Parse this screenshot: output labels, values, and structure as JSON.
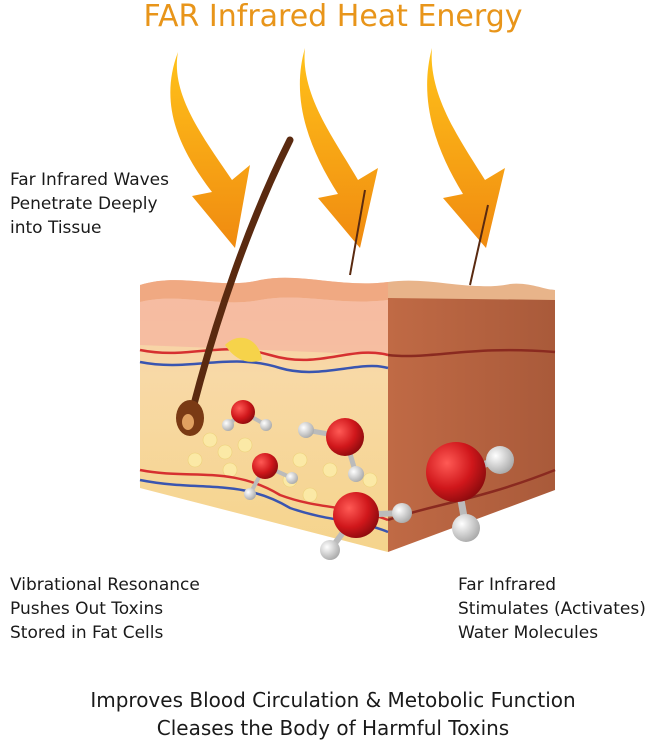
{
  "title": "FAR Infrared Heat Energy",
  "notes": {
    "top_left": [
      "Far Infrared Waves",
      "Penetrate Deeply",
      "into Tissue"
    ],
    "bottom_left": [
      "Vibrational Resonance",
      "Pushes Out Toxins",
      "Stored in Fat Cells"
    ],
    "bottom_right": [
      "Far Infrared",
      "Stimulates (Activates)",
      "Water Molecules"
    ]
  },
  "footer": [
    "Improves Blood Circulation & Metobolic Function",
    "Cleases the Body of Harmful Toxins"
  ],
  "colors": {
    "title": "#e8951a",
    "arrow": "#f59a12",
    "molecule_o": "#d0171b",
    "molecule_h": "#d9d9d9"
  },
  "icons": [
    "heat-arrow",
    "skin-cross-section",
    "hair-follicle",
    "water-molecule"
  ]
}
